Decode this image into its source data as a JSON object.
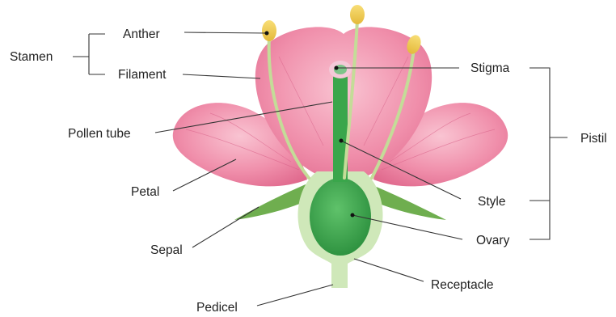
{
  "labels": {
    "stamen": "Stamen",
    "anther": "Anther",
    "filament": "Filament",
    "pollen_tube": "Pollen tube",
    "petal": "Petal",
    "sepal": "Sepal",
    "pedicel": "Pedicel",
    "stigma": "Stigma",
    "pistil": "Pistil",
    "style": "Style",
    "ovary": "Ovary",
    "receptacle": "Receptacle"
  },
  "colors": {
    "petal": "#ef8aa8",
    "petal_light": "#f6b3c6",
    "receptacle": "#cfe8b9",
    "ovary": "#3aa64b",
    "sepal": "#7cb85a",
    "anther": "#f2d15a",
    "filament": "#c8dea0"
  }
}
